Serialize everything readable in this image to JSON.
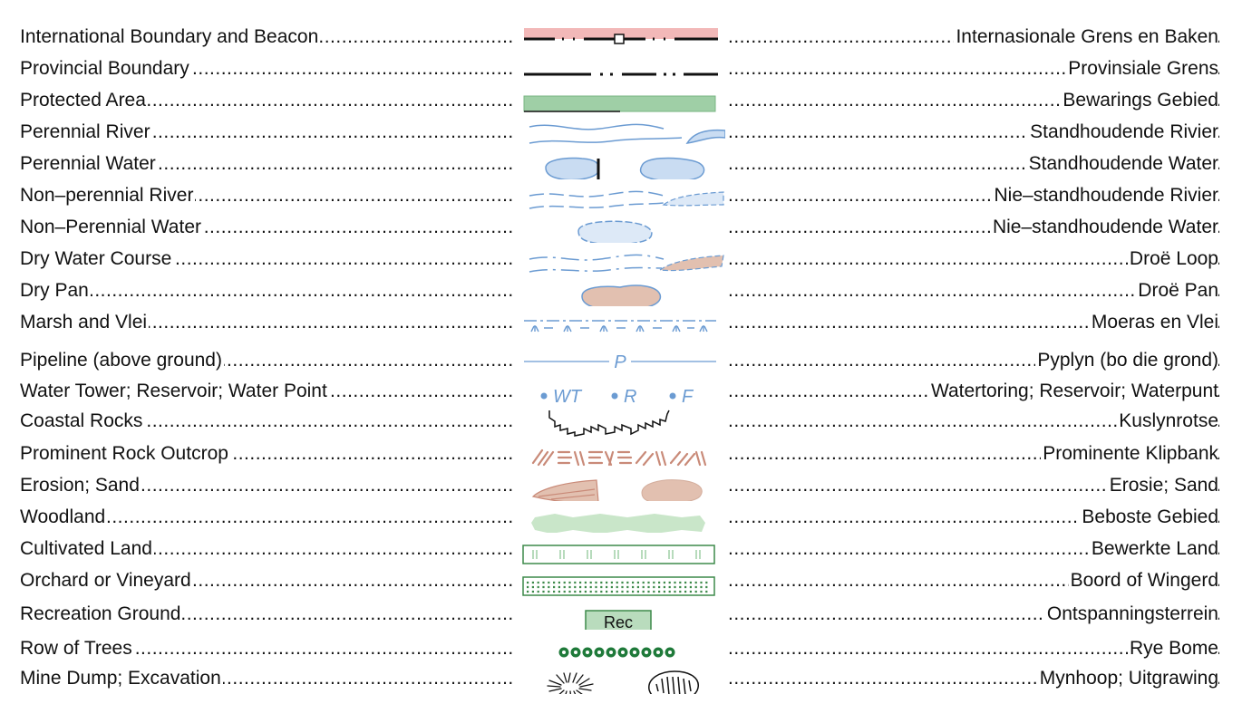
{
  "colors": {
    "water_blue": "#6b9bd2",
    "water_fill": "#c9dcf2",
    "boundary_pink": "#f2b8b8",
    "protected_green": "#9fcfa6",
    "sand_tan": "#e2c0b0",
    "rock_brown": "#c98a78",
    "woodland_green": "#c9e6c9",
    "cultivated_green": "#3d8a4a",
    "tree_green": "#1f7a3a",
    "text": "#111111"
  },
  "rows": [
    {
      "en": "International Boundary and Beacon",
      "af": "Internasionale Grens en Baken",
      "symbol": "international-boundary-symbol"
    },
    {
      "en": "Provincial Boundary",
      "af": "Provinsiale Grens",
      "symbol": "provincial-boundary-symbol"
    },
    {
      "en": "Protected Area",
      "af": "Bewarings Gebied",
      "symbol": "protected-area-symbol"
    },
    {
      "en": "Perennial River",
      "af": "Standhoudende Rivier",
      "symbol": "perennial-river-symbol"
    },
    {
      "en": "Perennial Water",
      "af": "Standhoudende Water",
      "symbol": "perennial-water-symbol"
    },
    {
      "en": "Non–perennial River",
      "af": "Nie–standhoudende Rivier",
      "symbol": "non-perennial-river-symbol"
    },
    {
      "en": "Non–Perennial Water",
      "af": "Nie–standhoudende Water",
      "symbol": "non-perennial-water-symbol"
    },
    {
      "en": "Dry Water Course ",
      "af": "Droë Loop",
      "symbol": "dry-water-course-symbol"
    },
    {
      "en": "Dry Pan ",
      "af": "Droë Pan",
      "symbol": "dry-pan-symbol"
    },
    {
      "en": "Marsh and Vlei ",
      "af": "Moeras en Vlei",
      "symbol": "marsh-symbol"
    },
    {
      "en": "Pipeline (above ground)",
      "af": "Pyplyn (bo die grond)",
      "symbol": "pipeline-symbol"
    },
    {
      "en": "Water Tower; Reservoir; Water Point",
      "af": "Watertoring; Reservoir; Waterpunt",
      "symbol": "water-tower-symbol"
    },
    {
      "en": "Coastal Rocks ",
      "af": "Kuslynrotse",
      "symbol": "coastal-rocks-symbol"
    },
    {
      "en": "Prominent Rock Outcrop",
      "af": "Prominente Klipbank",
      "symbol": "rock-outcrop-symbol"
    },
    {
      "en": "Erosion; Sand ",
      "af": "Erosie; Sand",
      "symbol": "erosion-sand-symbol"
    },
    {
      "en": "Woodland",
      "af": "Beboste Gebied",
      "symbol": "woodland-symbol"
    },
    {
      "en": "Cultivated Land",
      "af": "Bewerkte Land",
      "symbol": "cultivated-land-symbol"
    },
    {
      "en": "Orchard or Vineyard ",
      "af": "Boord of Wingerd",
      "symbol": "orchard-symbol"
    },
    {
      "en": "Recreation Ground",
      "af": "Ontspanningsterrein",
      "symbol": "recreation-ground-symbol"
    },
    {
      "en": "Row of Trees",
      "af": "Rye Bome",
      "symbol": "row-of-trees-symbol"
    },
    {
      "en": "Mine Dump; Excavation ",
      "af": "Mynhoop; Uitgrawing",
      "symbol": "mine-dump-symbol"
    }
  ],
  "symbol_text": {
    "pipeline_letter": "P",
    "water_tower_code": "WT",
    "reservoir_code": "R",
    "water_point_code": "F",
    "recreation_code": "Rec"
  }
}
